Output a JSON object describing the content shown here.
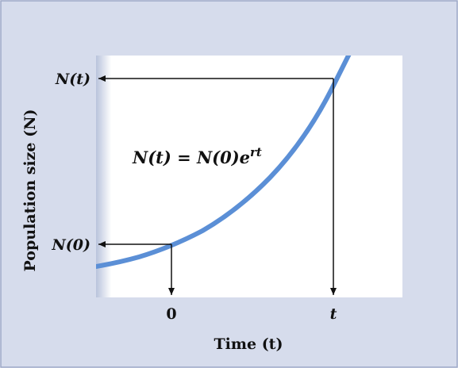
{
  "figure": {
    "y_axis_label": "Population size (N)",
    "x_axis_label": "Time (t)",
    "equation": "N(t) = N(0)e^rt",
    "y_ticks": {
      "n_t": "N(t)",
      "n_0": "N(0)"
    },
    "x_ticks": {
      "zero": "0",
      "t": "t"
    }
  },
  "colors": {
    "frame_background": "#d6dcec",
    "plot_background": "#ffffff",
    "curve": "#5b8fd6",
    "arrow": "#111111",
    "border": "#9aa6c6"
  }
}
